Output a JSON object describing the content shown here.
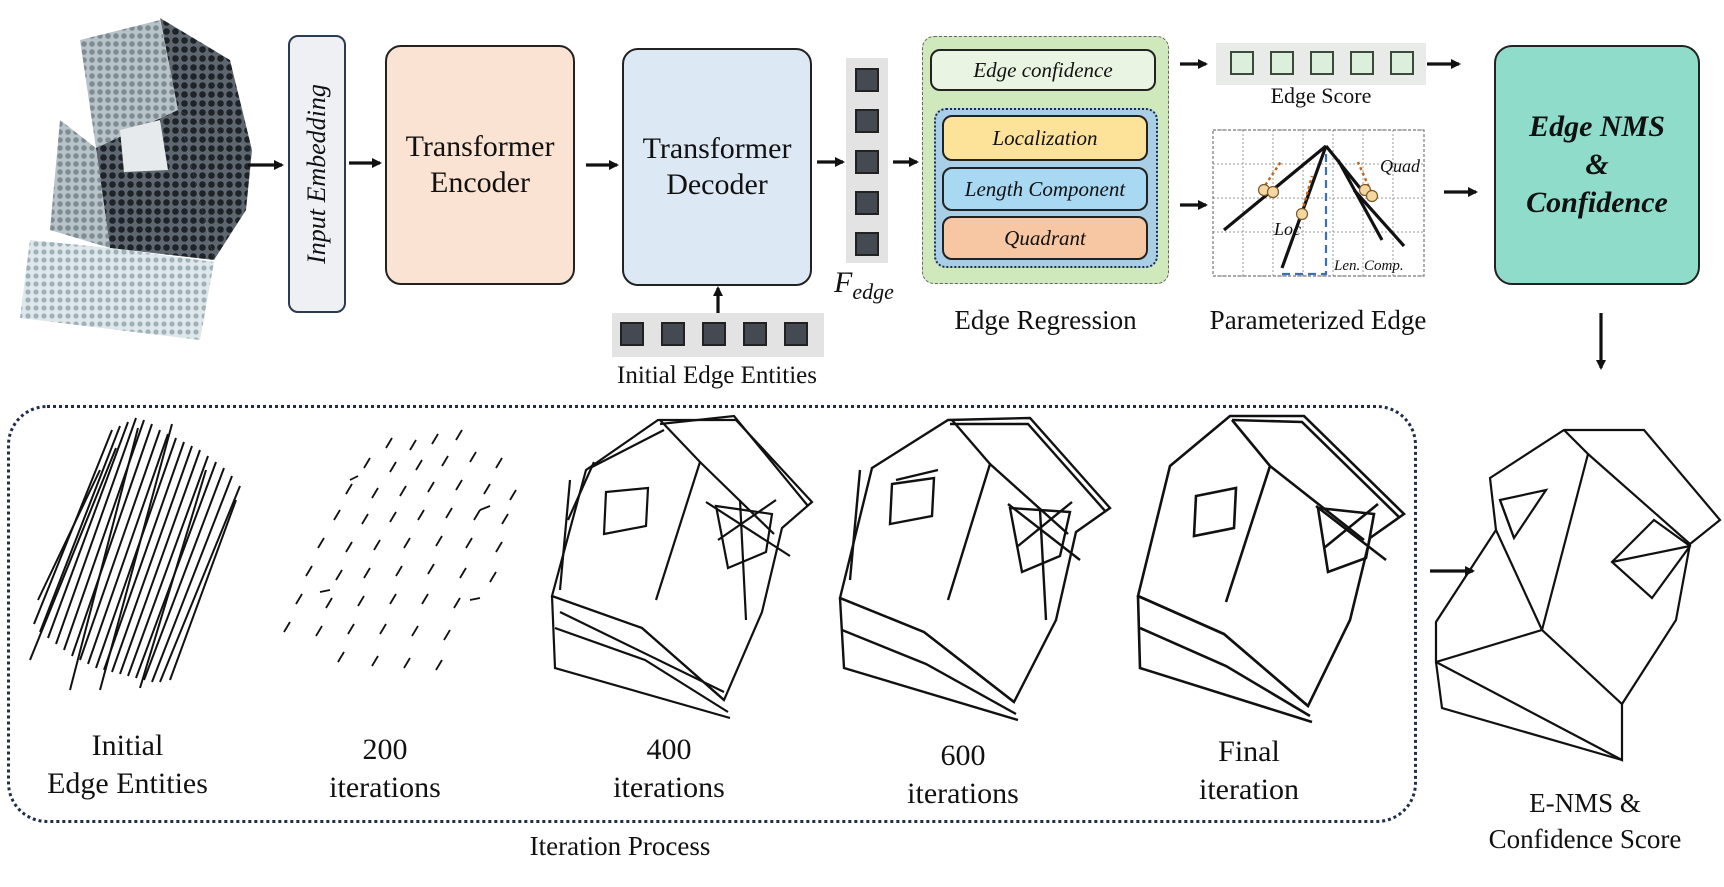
{
  "diagram": {
    "input_embedding": "Input Embedding",
    "encoder": [
      "Transformer",
      "Encoder"
    ],
    "decoder": [
      "Transformer",
      "Decoder"
    ],
    "initial_edge_entities": "Initial  Edge Entities",
    "f_edge": {
      "base": "F",
      "sub": "edge"
    },
    "edge_regression": {
      "title": "Edge Regression",
      "confidence": "Edge confidence",
      "localization": "Localization",
      "length_component": "Length Component",
      "quadrant": "Quadrant"
    },
    "edge_score": "Edge Score",
    "parameterized_edge": {
      "title": "Parameterized Edge",
      "loc": "Loc",
      "quad": "Quad",
      "len_comp": "Len. Comp."
    },
    "nms": [
      "Edge NMS",
      "&",
      "Confidence"
    ],
    "iteration_process": "Iteration  Process",
    "stages": [
      {
        "line1": "Initial",
        "line2": "Edge Entities"
      },
      {
        "line1": "200",
        "line2": "iterations"
      },
      {
        "line1": "400",
        "line2": "iterations"
      },
      {
        "line1": "600",
        "line2": "iterations"
      },
      {
        "line1": "Final",
        "line2": "iteration"
      }
    ],
    "result": [
      "E-NMS &",
      "Confidence Score"
    ]
  }
}
